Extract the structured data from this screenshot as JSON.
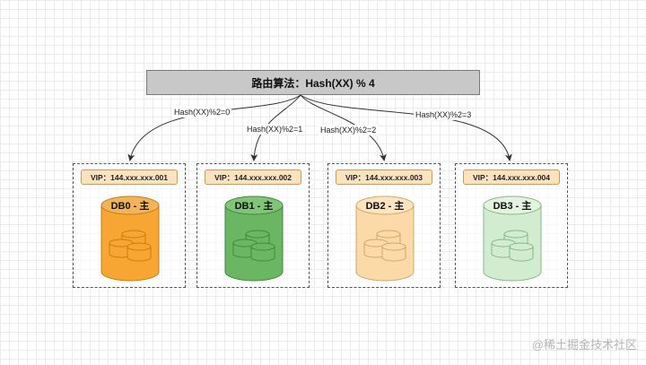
{
  "router": {
    "label": "路由算法：Hash(XX) % 4"
  },
  "edges": [
    {
      "label": "Hash(XX)%2=0"
    },
    {
      "label": "Hash(XX)%2=1"
    },
    {
      "label": "Hash(XX)%2=2"
    },
    {
      "label": "Hash(XX)%2=3"
    }
  ],
  "databases": [
    {
      "vip": "VIP：144.xxx.xxx.001",
      "name": "DB0 - 主",
      "color": "#f7a533",
      "stroke": "#c87d10",
      "top": "#f2b45a"
    },
    {
      "vip": "VIP：144.xxx.xxx.002",
      "name": "DB1 - 主",
      "color": "#6bb663",
      "stroke": "#3f8a3a",
      "top": "#82c47a"
    },
    {
      "vip": "VIP：144.xxx.xxx.003",
      "name": "DB2 - 主",
      "color": "#fcd9a8",
      "stroke": "#d2a765",
      "top": "#fde4c1"
    },
    {
      "vip": "VIP：144.xxx.xxx.004",
      "name": "DB3 - 主",
      "color": "#d2ecd0",
      "stroke": "#86b783",
      "top": "#e2f3e0"
    }
  ],
  "watermark": "@稀土掘金技术社区"
}
